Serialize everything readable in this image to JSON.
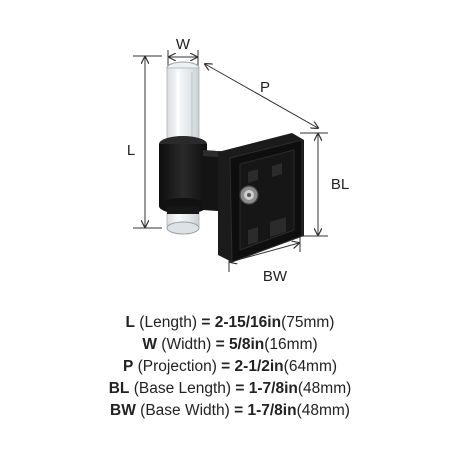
{
  "dimension_labels": {
    "width": "W",
    "projection": "P",
    "length": "L",
    "base_length": "BL",
    "base_width": "BW"
  },
  "specs": [
    {
      "abbr": "L",
      "name": "(Length)",
      "eq": "=",
      "imperial": "2-15/16in",
      "metric": "(75mm)"
    },
    {
      "abbr": "W",
      "name": "(Width)",
      "eq": "=",
      "imperial": "5/8in",
      "metric": "(16mm)"
    },
    {
      "abbr": "P",
      "name": "(Projection)",
      "eq": "=",
      "imperial": "2-1/2in",
      "metric": "(64mm)"
    },
    {
      "abbr": "BL",
      "name": "(Base Length)",
      "eq": "=",
      "imperial": "1-7/8in",
      "metric": "(48mm)"
    },
    {
      "abbr": "BW",
      "name": "(Base Width)",
      "eq": "=",
      "imperial": "1-7/8in",
      "metric": "(48mm)"
    }
  ],
  "colors": {
    "metal": "#1a1a1a",
    "acrylic": "#e6eaec",
    "line": "#333333"
  }
}
